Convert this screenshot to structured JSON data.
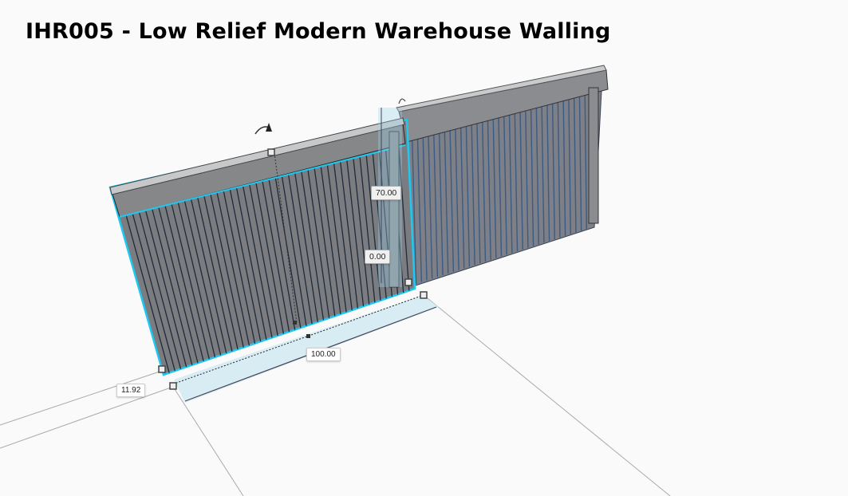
{
  "title": "IHR005 - Low Relief Modern Warehouse Walling",
  "dimensions": {
    "height": "70.00",
    "elevation": "0.00",
    "length": "100.00",
    "depth": "11.92"
  },
  "colors": {
    "selection": "#1ec8f0",
    "wall": "#7a7c80",
    "background": "#fafafa"
  }
}
